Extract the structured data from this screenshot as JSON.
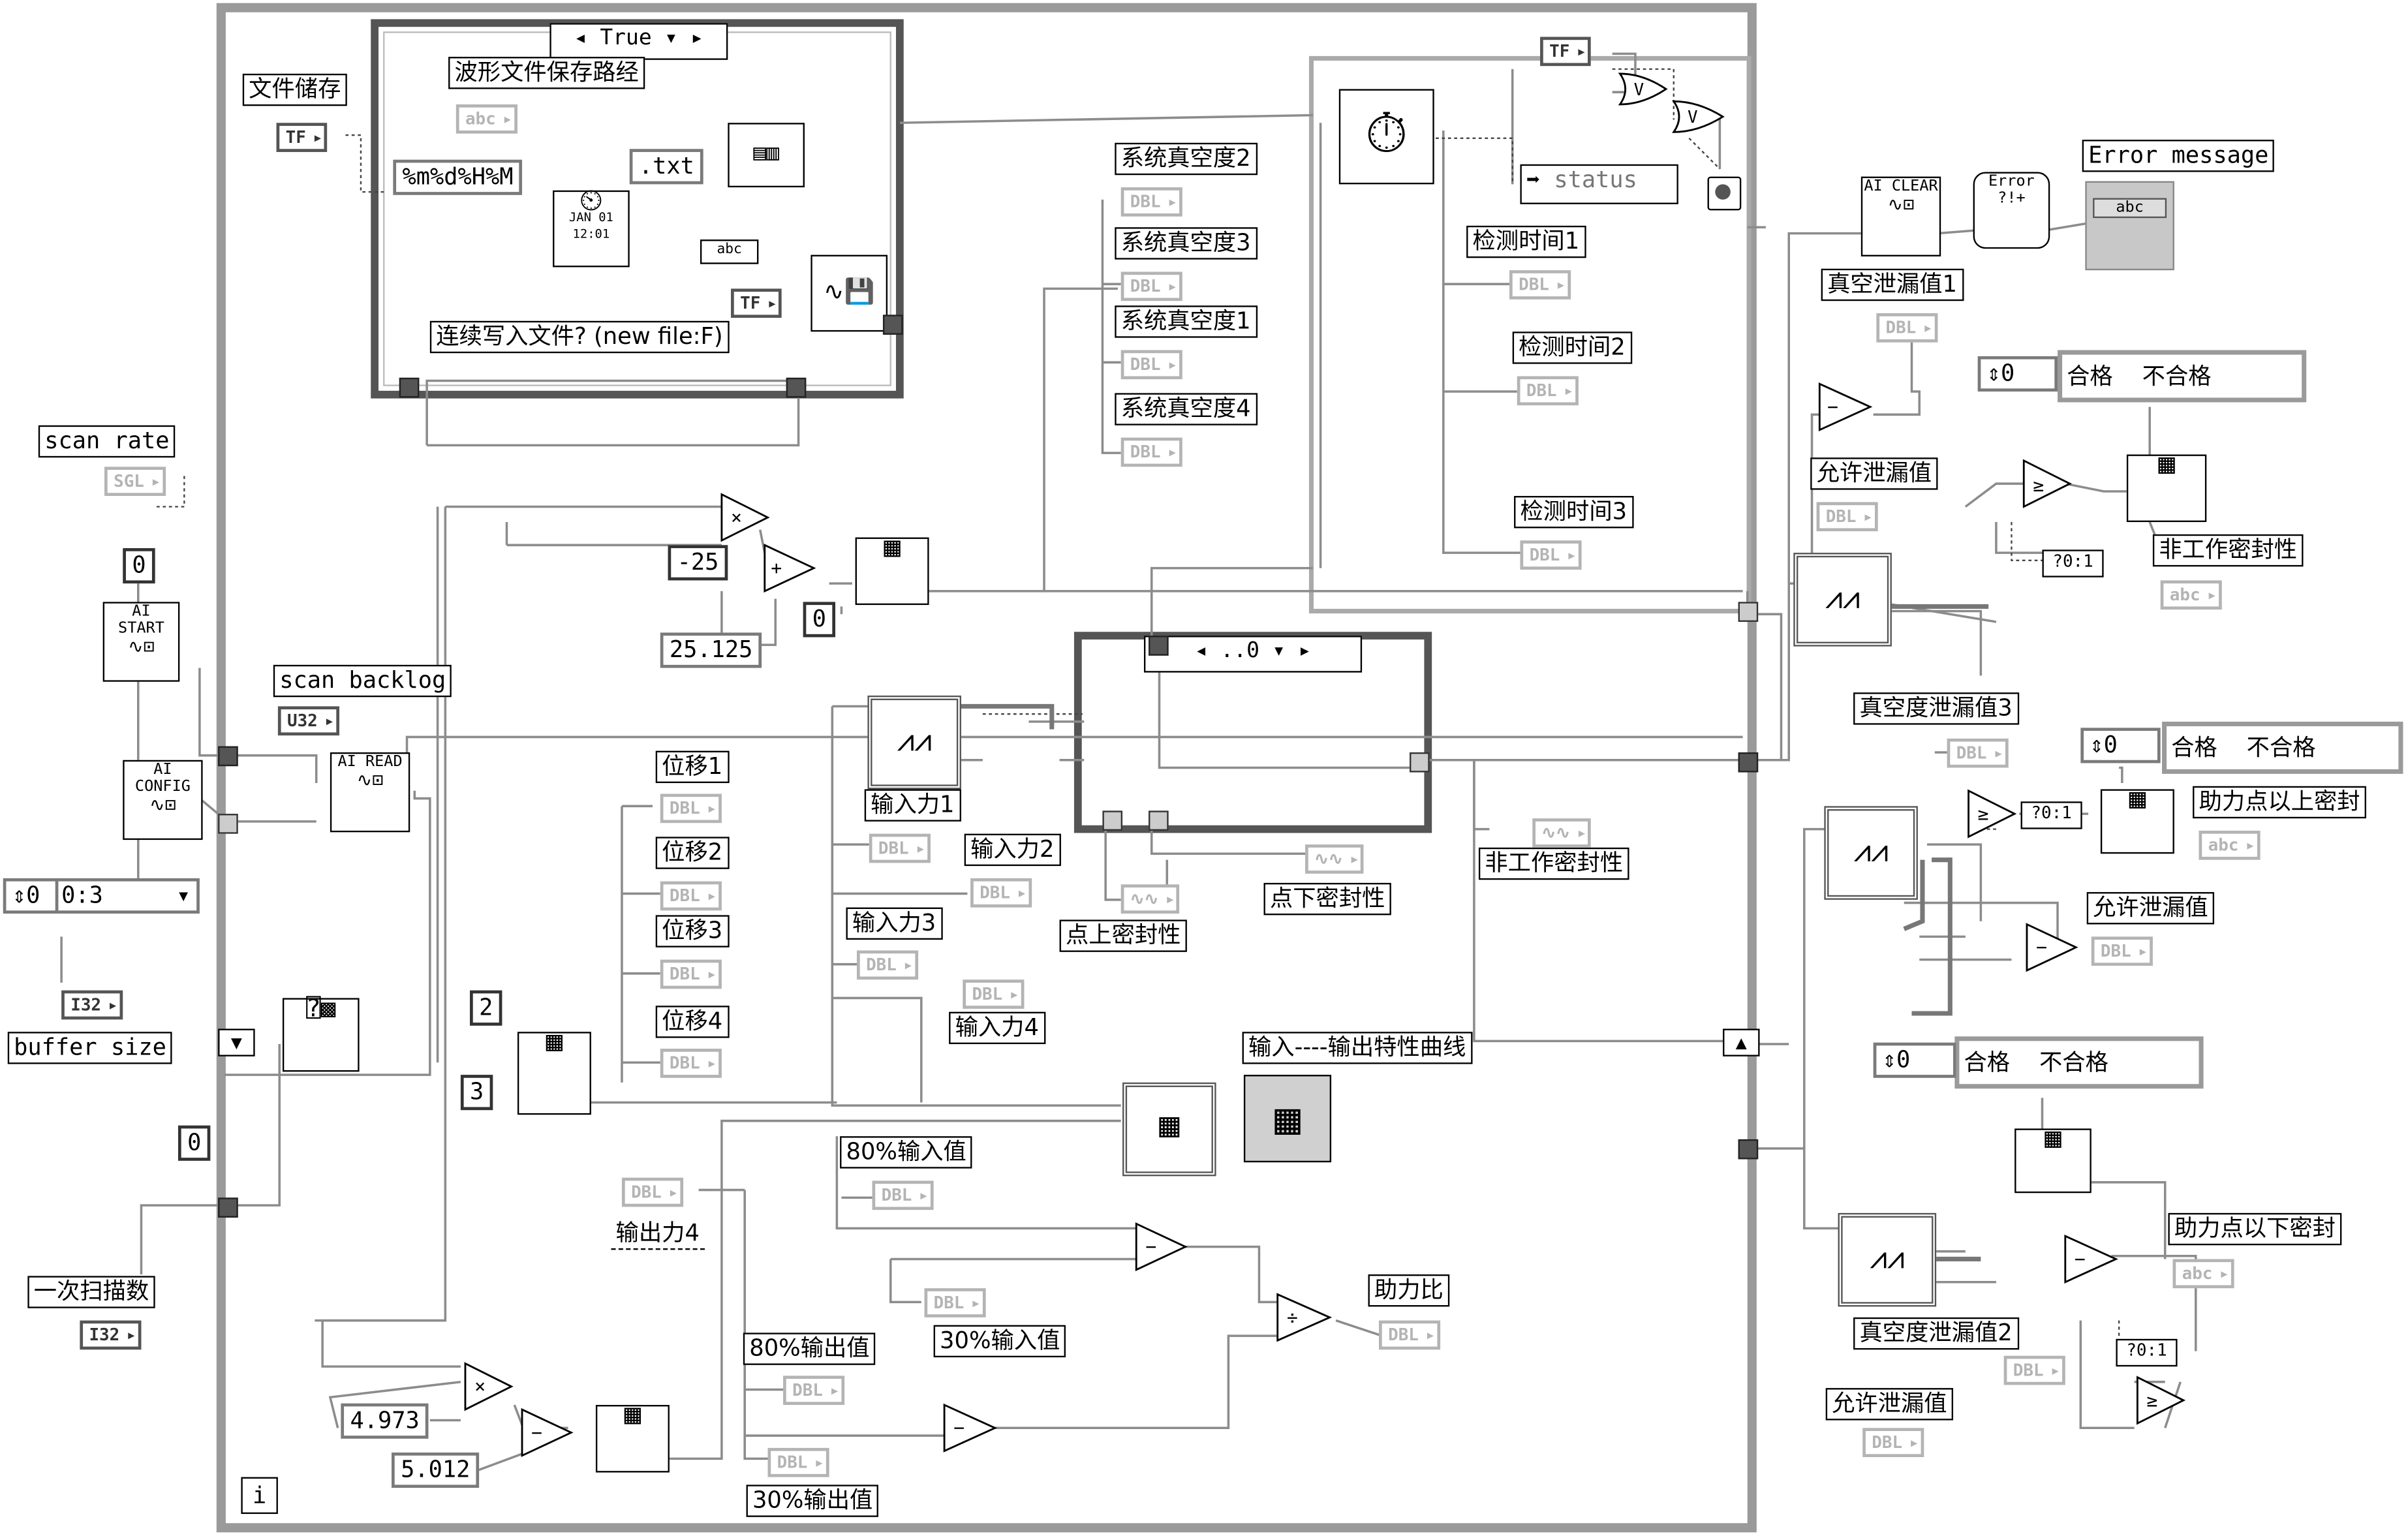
{
  "case_structures": {
    "file_case_selector": "True",
    "mid_case_selector": "..0"
  },
  "labels": {
    "wave_file_path": "波形文件保存路经",
    "file_store": "文件储存",
    "continuous_write": "连续写入文件? (new file:F)",
    "txt_ext": ".txt",
    "format_string": "%m%d%H%M",
    "scan_rate": "scan rate",
    "scan_backlog": "scan backlog",
    "buffer_size": "buffer size",
    "scan_count": "一次扫描数",
    "vac1": "系统真空度1",
    "vac2": "系统真空度2",
    "vac3": "系统真空度3",
    "vac4": "系统真空度4",
    "disp1": "位移1",
    "disp2": "位移2",
    "disp3": "位移3",
    "disp4": "位移4",
    "in_force1": "输入力1",
    "in_force2": "输入力2",
    "in_force3": "输入力3",
    "in_force4": "输入力4",
    "in80": "80%输入值",
    "in30": "30%输入值",
    "out80": "80%输出值",
    "out30": "30%输出值",
    "out_force4": "输出力4",
    "assist_ratio": "助力比",
    "io_curve": "输入----输出特性曲线",
    "point_up_seal": "点上密封性",
    "point_down_seal": "点下密封性",
    "non_work_seal": "非工作密封性",
    "non_work_seal2": "非工作密封性",
    "test_time1": "检测时间1",
    "test_time2": "检测时间2",
    "test_time3": "检测时间3",
    "status": "status",
    "error_message": "Error  message",
    "vac_leak1": "真空泄漏值1",
    "vac_leak2": "真空度泄漏值2",
    "vac_leak3": "真空度泄漏值3",
    "allow_leak1": "允许泄漏值",
    "allow_leak2": "允许泄漏值",
    "allow_leak3": "允许泄漏值",
    "above_seal": "助力点以上密封",
    "below_seal": "助力点以下密封",
    "pass": "合格",
    "fail": "不合格"
  },
  "constants": {
    "c_neg25": "-25",
    "c_25125": "25.125",
    "c_0a": "0",
    "c_0b": "0",
    "c_0c": "0",
    "c_2": "2",
    "c_3": "3",
    "c_4973": "4.973",
    "c_5012": "5.012",
    "c_0d": "0",
    "c_0e": "0",
    "c_0f": "0",
    "channels": "0:3"
  },
  "terminals": {
    "tf": "TF",
    "abc": "abc",
    "sgl": "SGL",
    "u32": "U32",
    "i32": "I32",
    "dbl": "DBL"
  },
  "vis": {
    "ai_start": "AI START",
    "ai_config": "AI CONFIG",
    "ai_read": "AI READ",
    "ai_clear": "AI CLEAR",
    "date": "JAN 01 12:01",
    "error": "Error ?!+",
    "loop_iter": "i",
    "cmp_leq": "?0:1"
  },
  "colors": {
    "wire": "#8c8c8c",
    "frame": "#9a9a9a",
    "dark": "#000000"
  }
}
